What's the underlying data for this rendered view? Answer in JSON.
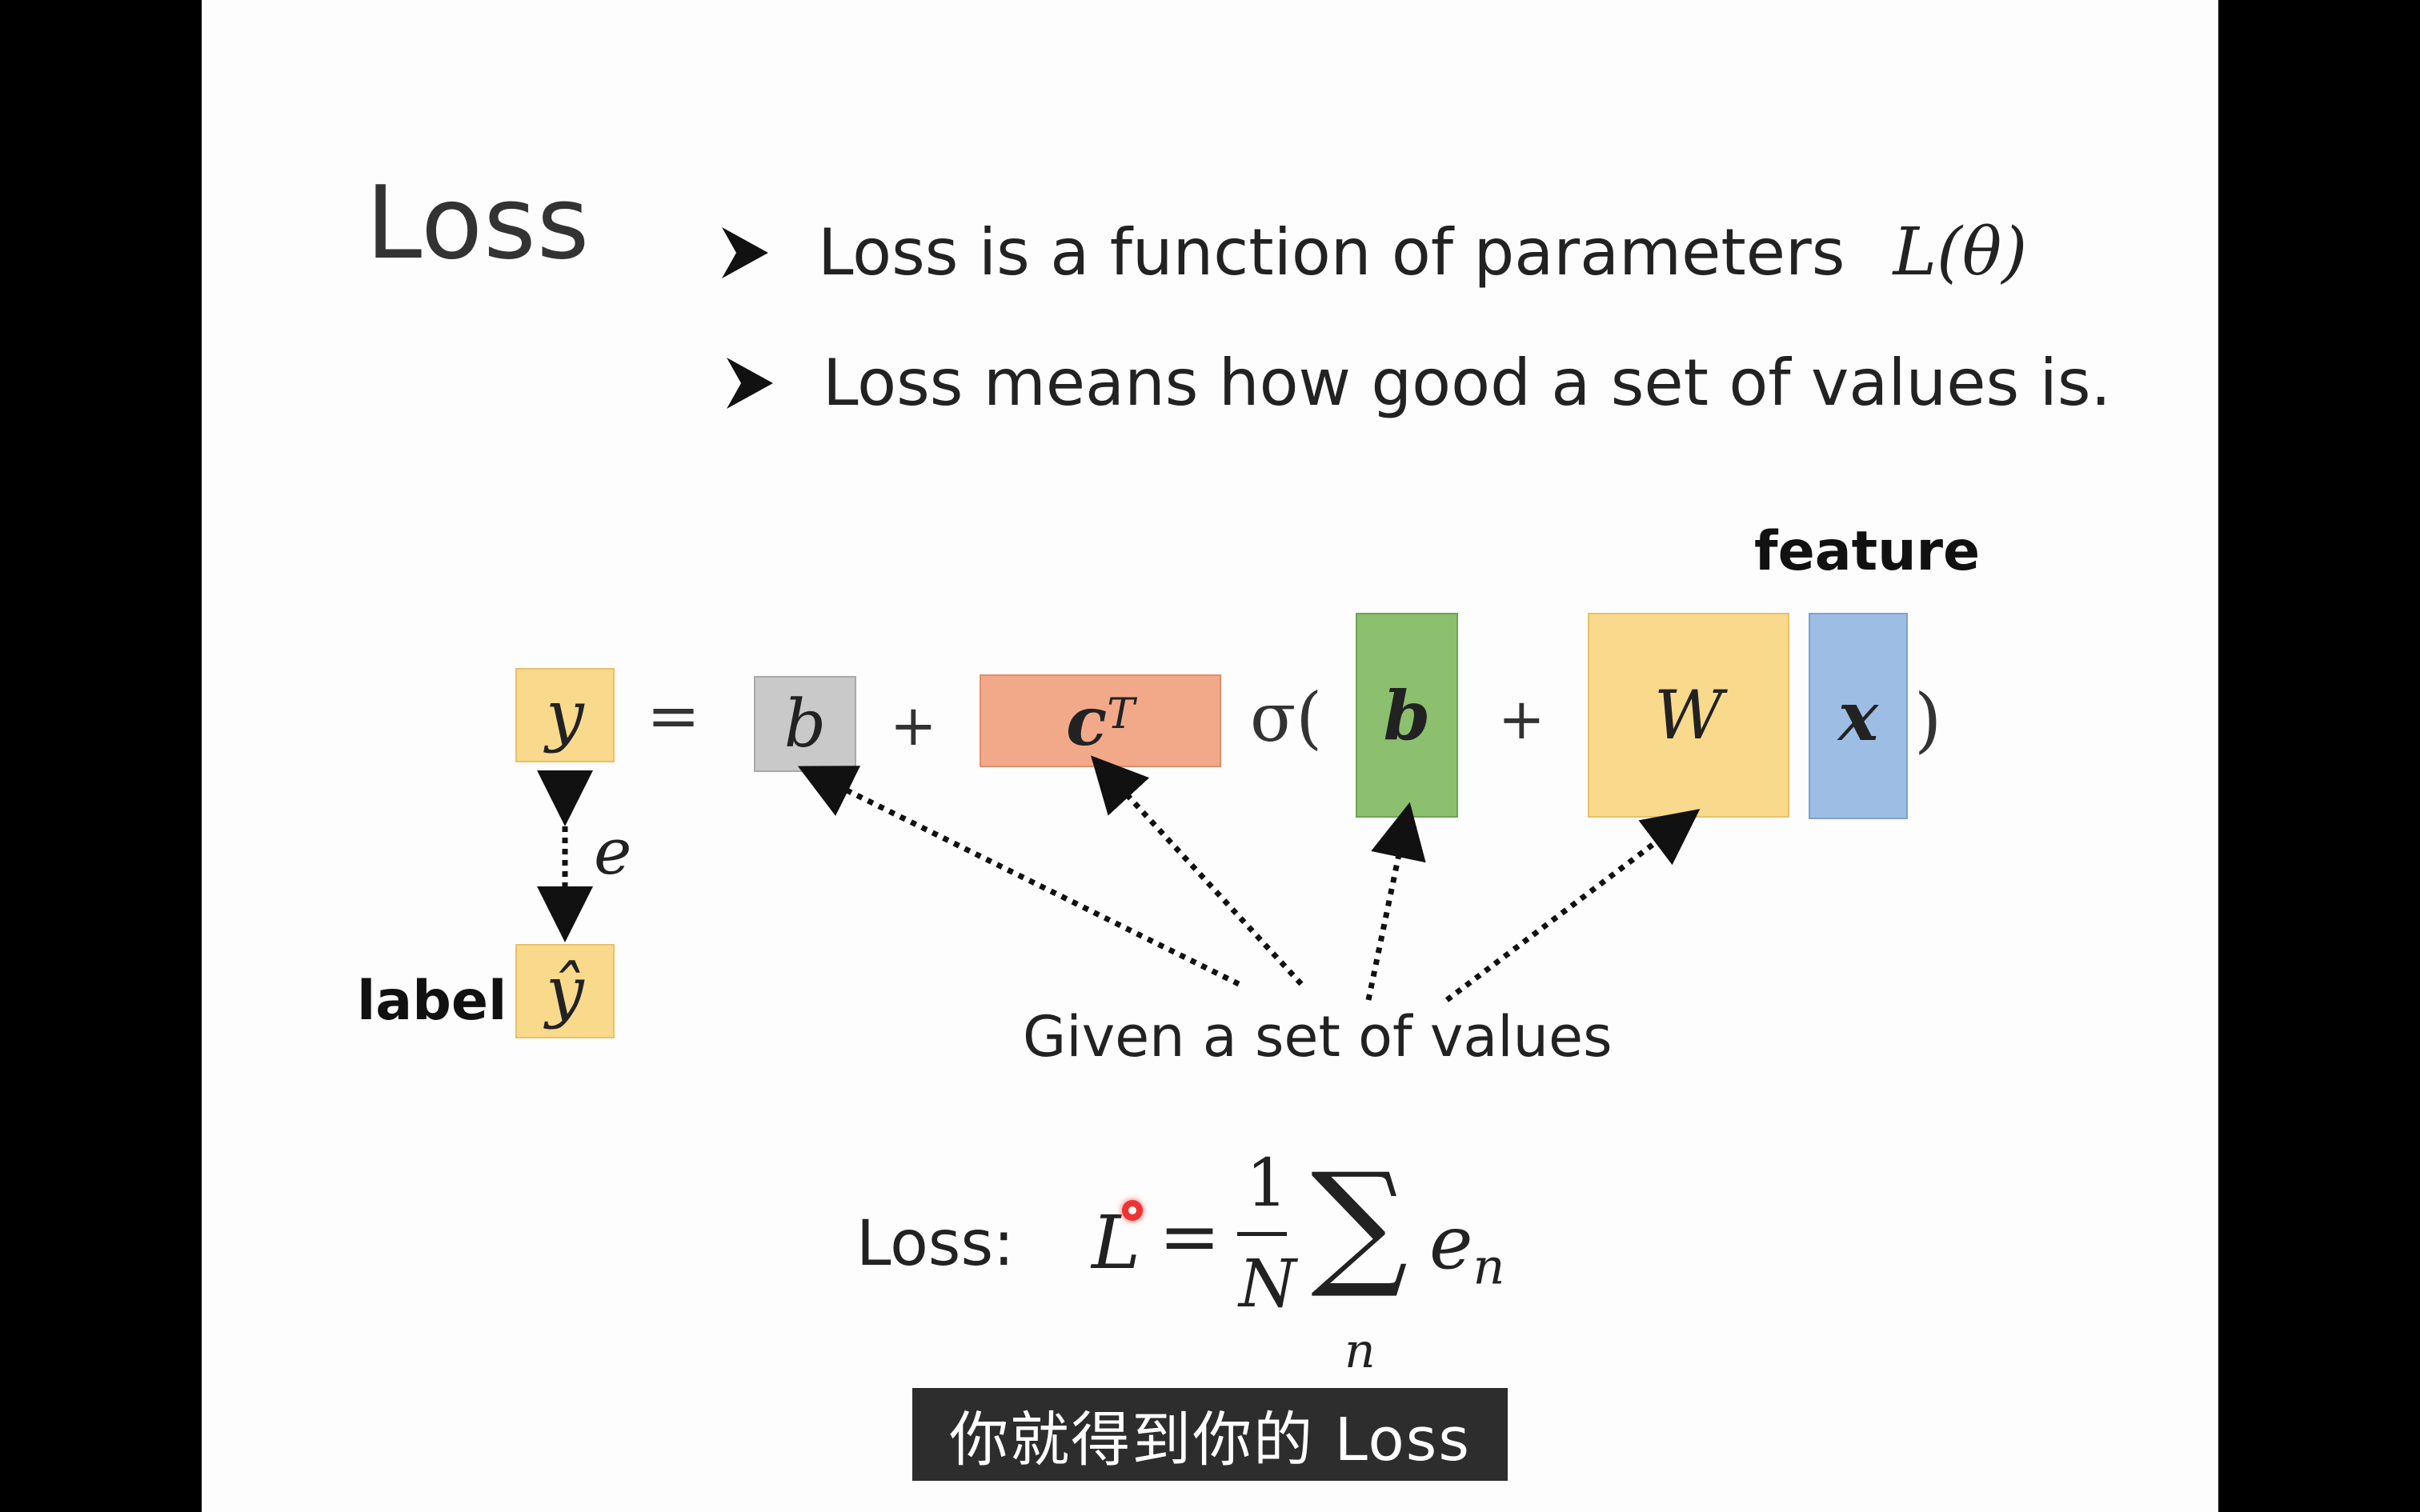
{
  "slide": {
    "title": "Loss",
    "bullets": [
      {
        "text": "Loss is a function of parameters",
        "math": "L(θ)"
      },
      {
        "text": "Loss means how good a set of values is."
      }
    ],
    "diagram": {
      "y": "y",
      "equals": "=",
      "b": "b",
      "plus": "+",
      "cT_c": "c",
      "cT_sup": "T",
      "sigma_open": "σ(",
      "b_vec": "b",
      "W": "W",
      "x": "x",
      "close_paren": ")",
      "feature_label": "feature",
      "error": "e",
      "label_text": "label",
      "y_hat": "ŷ",
      "given_text": "Given a set of values"
    },
    "loss_formula": {
      "label": "Loss:",
      "L": "L",
      "eq": "=",
      "numerator": "1",
      "denominator": "N",
      "sum": "∑",
      "sum_index": "n",
      "e": "e",
      "e_sub": "n"
    }
  },
  "subtitle": "你就得到你的 Loss",
  "colors": {
    "yellow_box": "#f9d98c",
    "gray_box": "#c9c9c9",
    "orange_box": "#f2a98a",
    "green_box": "#8cbf6e",
    "blue_box": "#9dbde4"
  }
}
